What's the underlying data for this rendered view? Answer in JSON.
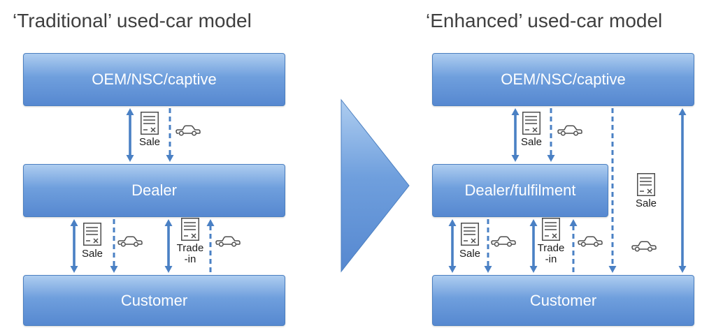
{
  "titles": {
    "left": "‘Traditional’ used-car model",
    "right": "‘Enhanced’ used-car model"
  },
  "left_model": {
    "oem_box": "OEM/NSC/captive",
    "dealer_box": "Dealer",
    "customer_box": "Customer",
    "sale_oem_dealer": "Sale",
    "sale_dealer_customer": "Sale",
    "trade_in": "Trade\n-in"
  },
  "right_model": {
    "oem_box": "OEM/NSC/captive",
    "dealer_box": "Dealer/fulfilment",
    "customer_box": "Customer",
    "sale_oem_dealer": "Sale",
    "sale_dealer_customer": "Sale",
    "trade_in": "Trade\n-in",
    "sale_oem_customer": "Sale"
  },
  "icons": {
    "document": "invoice-document-icon",
    "car": "car-icon",
    "transition": "right-arrow-shape"
  },
  "colors": {
    "box_fill_top": "#aecdf0",
    "box_fill_bottom": "#5688d0",
    "box_border": "#4b7fc0",
    "arrow": "#4a80c4",
    "icon_stroke": "#4d4d4d",
    "title_text": "#3f3f3f",
    "box_text": "#ffffff"
  }
}
